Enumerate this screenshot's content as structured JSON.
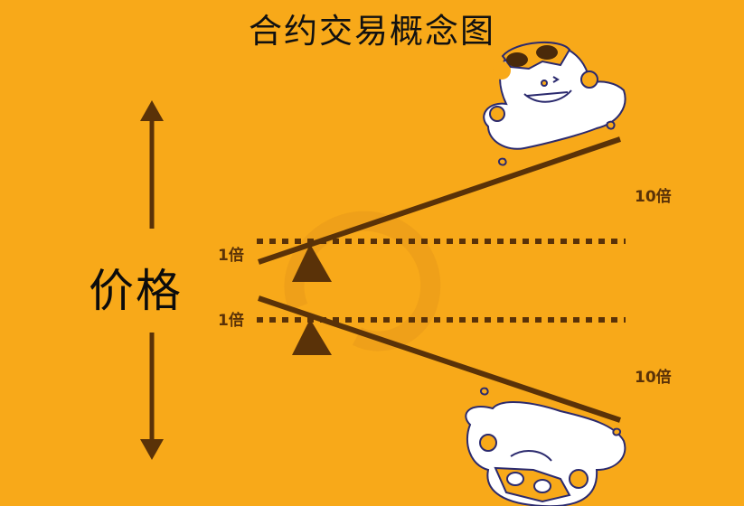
{
  "title": "合约交易概念图",
  "axis": {
    "label": "价格",
    "up_arrow": "arrow-up",
    "down_arrow": "arrow-down"
  },
  "levers": [
    {
      "name": "long-lever",
      "direction": "up",
      "base_leverage_label": "1倍",
      "max_leverage_label": "10倍",
      "character": "happy-mascot-with-sunglasses"
    },
    {
      "name": "short-lever",
      "direction": "down",
      "base_leverage_label": "1倍",
      "max_leverage_label": "10倍",
      "character": "sad-mascot-upside-down"
    }
  ],
  "colors": {
    "background": "#F8A919",
    "lever": "#5a3208",
    "fulcrum": "#5a3208",
    "text": "#111111",
    "mascot_fill": "#ffffff",
    "mascot_outline": "#2b2a6e"
  }
}
